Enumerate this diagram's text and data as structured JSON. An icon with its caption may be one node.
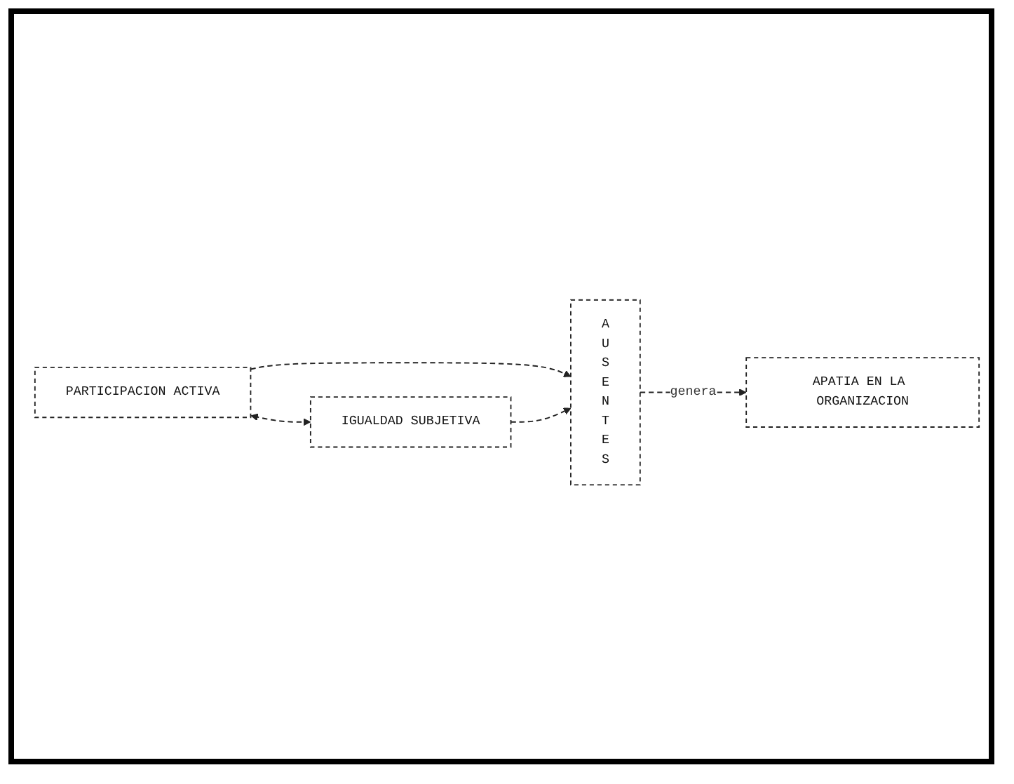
{
  "diagram": {
    "nodes": [
      {
        "text": [
          "PARTICIPACION ACTIVA"
        ]
      },
      {
        "text": [
          "IGUALDAD SUBJETIVA"
        ]
      },
      {
        "text": [
          "AUSENTES"
        ]
      },
      {
        "text": [
          "APATIA EN LA ORGANIZACION"
        ]
      }
    ],
    "edges": [
      {
        "from": 0,
        "to": 1,
        "arrow": "both",
        "style": "dashed"
      },
      {
        "from": 0,
        "to": 2,
        "arrow": "to",
        "style": "dashed"
      },
      {
        "from": 1,
        "to": 2,
        "arrow": "to",
        "style": "dashed"
      },
      {
        "from": 2,
        "to": 3,
        "label": "genera",
        "arrow": "to",
        "style": "dashed"
      }
    ]
  }
}
